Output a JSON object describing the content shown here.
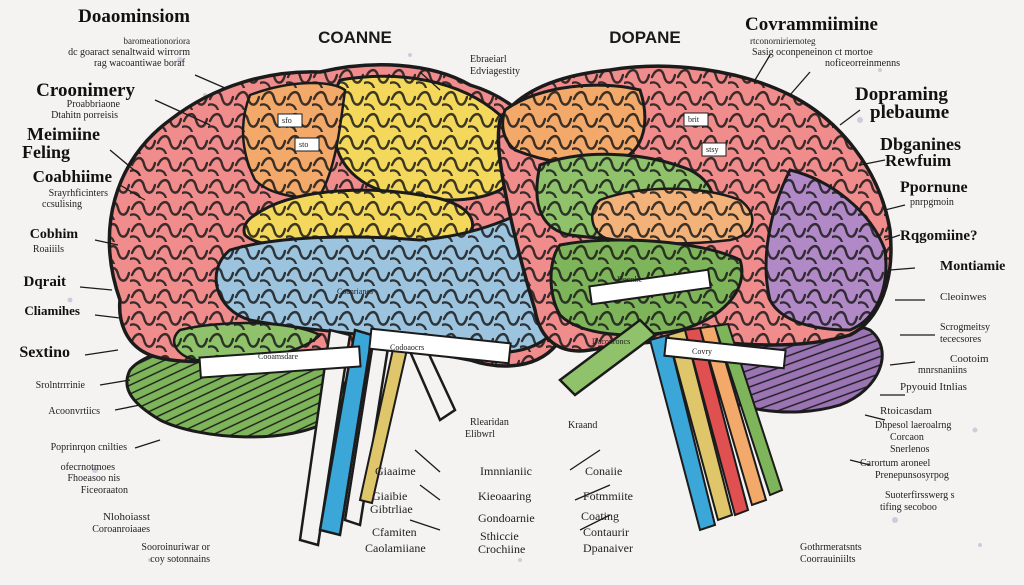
{
  "titles": {
    "left_top_heading": "Doaominsiom",
    "center_left_heading": "COANNE",
    "center_right_heading": "DOPANE",
    "right_top_heading": "Covrammiimine"
  },
  "left_labels": [
    {
      "text": "Doaominsiom",
      "style": "big"
    },
    {
      "text": "baromeationoriora",
      "style": "small"
    },
    {
      "text": "dc  goaract  senaltwaid wirrorm",
      "style": "small"
    },
    {
      "text": "rag wacoantiwae  boraf",
      "style": "small"
    },
    {
      "text": "Croonimery",
      "style": "big"
    },
    {
      "text": "Proabbriaone",
      "style": "small"
    },
    {
      "text": "Dtahitn  porreisis",
      "style": "small"
    },
    {
      "text": "Meimiine",
      "style": "big"
    },
    {
      "text": "Feling",
      "style": "big"
    },
    {
      "text": "Coabhiime",
      "style": "big"
    },
    {
      "text": "Srayrhficinters",
      "style": "small"
    },
    {
      "text": "ccsulising",
      "style": "small"
    },
    {
      "text": "Cobhim",
      "style": "big"
    },
    {
      "text": "Roaiiils",
      "style": "small"
    },
    {
      "text": "Dqrait",
      "style": "big"
    },
    {
      "text": "Cliamihes",
      "style": "big"
    },
    {
      "text": "Sextino",
      "style": "big"
    },
    {
      "text": "Srolntrrrinie",
      "style": "small"
    },
    {
      "text": "Acoonvrtiics",
      "style": "small"
    },
    {
      "text": "Poprinrqon cnilties",
      "style": "small"
    },
    {
      "text": "ofecrnotmoes",
      "style": "small"
    },
    {
      "text": "Fhoeasoo nis",
      "style": "small"
    },
    {
      "text": "Ficeoraaton",
      "style": "small"
    },
    {
      "text": "Nlohoiasst",
      "style": "small"
    },
    {
      "text": "Coroanroiaaes",
      "style": "small"
    },
    {
      "text": "Sooroinuriwar or",
      "style": "small"
    },
    {
      "text": "coy  sotonnains",
      "style": "small"
    }
  ],
  "right_labels": [
    {
      "text": "Covrammiimine",
      "style": "big"
    },
    {
      "text": "rtconorniriernoteg",
      "style": "small"
    },
    {
      "text": "Sasig  oconpeneinon  ct  mortoe",
      "style": "small"
    },
    {
      "text": "noficeorreinmenns",
      "style": "small"
    },
    {
      "text": "Dopraming",
      "style": "big"
    },
    {
      "text": "plebaume",
      "style": "big"
    },
    {
      "text": "Dbganines",
      "style": "big"
    },
    {
      "text": "Rewfuim",
      "style": "big"
    },
    {
      "text": "Ppornune",
      "style": "big"
    },
    {
      "text": "pnrpgmoin",
      "style": "small"
    },
    {
      "text": "Rqgomiine?",
      "style": "big"
    },
    {
      "text": "Montiamie",
      "style": "big"
    },
    {
      "text": "Cleoinwes",
      "style": "small"
    },
    {
      "text": "Scrogmeitsy",
      "style": "small"
    },
    {
      "text": "tececsores",
      "style": "small"
    },
    {
      "text": "Cootoim",
      "style": "small"
    },
    {
      "text": "mnrsnaniins",
      "style": "small"
    },
    {
      "text": "Ppyouid  Itnlias",
      "style": "small"
    },
    {
      "text": "Rtoicasdam",
      "style": "small"
    },
    {
      "text": "Dhpesol  laeroalrng",
      "style": "small"
    },
    {
      "text": "Corcaon",
      "style": "small"
    },
    {
      "text": "Snerlenos",
      "style": "small"
    },
    {
      "text": "Carortum  aroneel",
      "style": "small"
    },
    {
      "text": "Prenepunsosyrpog",
      "style": "small"
    },
    {
      "text": "Suoterfirsswerg  s",
      "style": "small"
    },
    {
      "text": "tifing  secoboo",
      "style": "small"
    },
    {
      "text": "Gothrmeratsnts",
      "style": "small"
    },
    {
      "text": "Coorrauiniilts",
      "style": "small"
    }
  ],
  "center_labels": [
    {
      "text": "Ebraeiarl",
      "style": "small"
    },
    {
      "text": "Edviagestity",
      "style": "small"
    },
    {
      "text": "Rlearidan",
      "style": "small"
    },
    {
      "text": "Elibwrl",
      "style": "small"
    },
    {
      "text": "Kraand",
      "style": "small"
    },
    {
      "text": "Giaaime",
      "style": "med"
    },
    {
      "text": "Imnnianiic",
      "style": "med"
    },
    {
      "text": "Conaiie",
      "style": "med"
    },
    {
      "text": "Giaibie",
      "style": "med"
    },
    {
      "text": "Kieoaaring",
      "style": "med"
    },
    {
      "text": "Fotmmiite",
      "style": "med"
    },
    {
      "text": "Gibtrliae",
      "style": "med"
    },
    {
      "text": "Gondoarnie",
      "style": "med"
    },
    {
      "text": "Coating",
      "style": "med"
    },
    {
      "text": "Cfamiten",
      "style": "med"
    },
    {
      "text": "Sthiccie",
      "style": "med"
    },
    {
      "text": "Contaurir",
      "style": "med"
    },
    {
      "text": "Caolamiiane",
      "style": "med"
    },
    {
      "text": "Crochiine",
      "style": "med"
    },
    {
      "text": "Dpanaiver",
      "style": "med"
    }
  ],
  "brain_tags": [
    {
      "text": "sfo"
    },
    {
      "text": "sto"
    },
    {
      "text": "brit"
    },
    {
      "text": "stsy"
    },
    {
      "text": "Coanrianes"
    },
    {
      "text": "Codoaocrs"
    },
    {
      "text": "Cooamsdare"
    },
    {
      "text": "Doonbe"
    },
    {
      "text": "Covry"
    },
    {
      "text": "Daconroncs"
    }
  ],
  "colors": {
    "pink": "#f08c8c",
    "yellow": "#f4d85c",
    "blue": "#9cc4df",
    "green": "#8fc26a",
    "purple": "#b189c6",
    "orange": "#f3a96a",
    "outline": "#1b1b1b"
  }
}
